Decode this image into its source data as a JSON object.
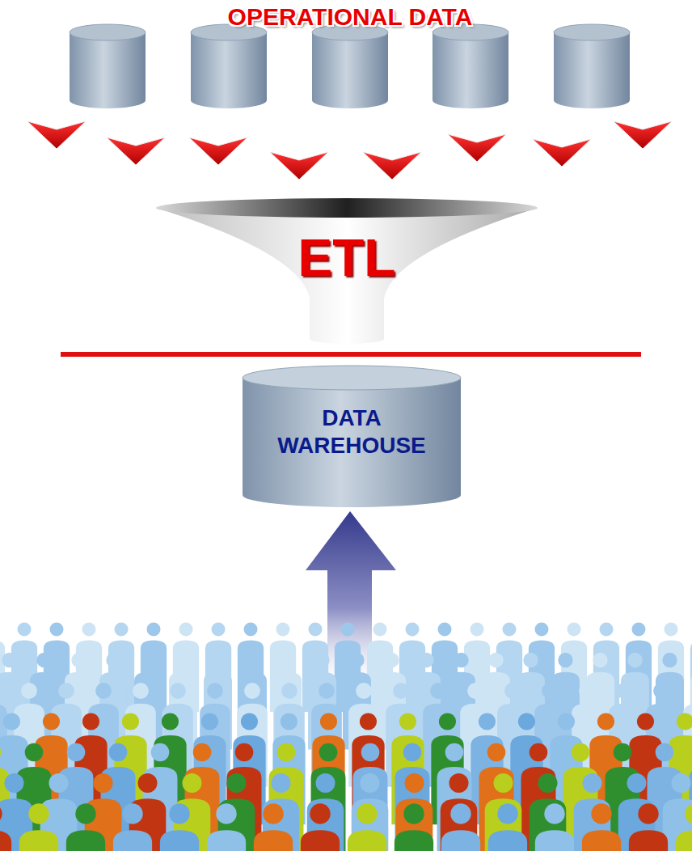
{
  "diagram": {
    "nodes": [
      {
        "text": [
          "ETL"
        ]
      },
      {
        "text": [
          "DATA WAREHOUSE"
        ]
      }
    ],
    "labels": [
      "OPERATIONAL DATA"
    ]
  }
}
